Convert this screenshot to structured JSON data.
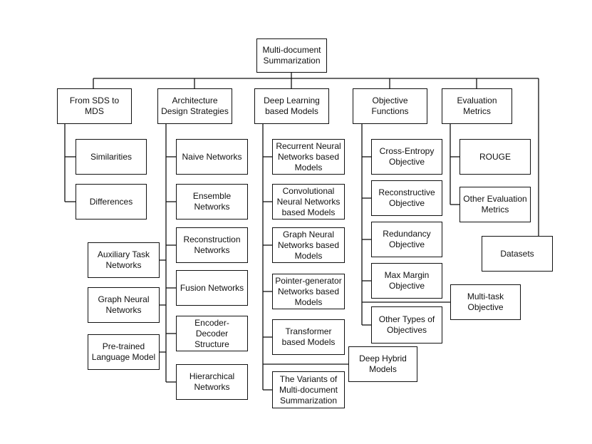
{
  "root": "Multi-document\nSummarization",
  "branches": [
    {
      "id": "sds",
      "label": "From SDS to MDS",
      "children": [
        "Similarities",
        "Differences"
      ]
    },
    {
      "id": "arch",
      "label": "Architecture\nDesign Strategies",
      "children": [
        "Naive Networks",
        "Ensemble\nNetworks",
        "Reconstruction\nNetworks",
        "Fusion Networks",
        "Encoder-Decoder\nStructure",
        "Hierarchical\nNetworks"
      ],
      "side_children": [
        "Auxiliary Task\nNetworks",
        "Graph Neural\nNetworks",
        "Pre-trained\nLanguage Model"
      ]
    },
    {
      "id": "dl",
      "label": "Deep Learning\nbased Models",
      "children": [
        "Recurrent Neural\nNetworks based\nModels",
        "Convolutional\nNeural Networks\nbased Models",
        "Graph Neural\nNetworks based\nModels",
        "Pointer-generator\nNetworks based\nModels",
        "Transformer\nbased Models",
        "Deep Hybrid\nModels",
        "The Variants of\nMulti-document\nSummarization"
      ]
    },
    {
      "id": "obj",
      "label": "Objective\nFunctions",
      "children": [
        "Cross-Entropy\nObjective",
        "Reconstructive\nObjective",
        "Redundancy\nObjective",
        "Max Margin\nObjective",
        "Multi-task\nObjective",
        "Other Types of\nObjectives"
      ]
    },
    {
      "id": "eval",
      "label": "Evaluation\nMetrics",
      "children": [
        "ROUGE",
        "Other Evaluation\nMetrics"
      ]
    },
    {
      "id": "data",
      "label": "Datasets"
    }
  ]
}
